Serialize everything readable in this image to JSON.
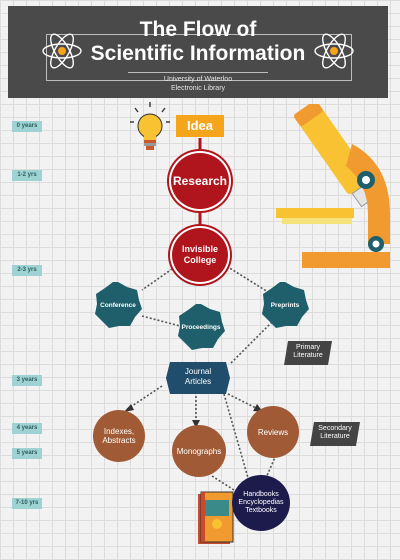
{
  "header": {
    "title_line1": "The Flow of",
    "title_line2": "Scientific Information",
    "subtitle_line1": "University of Waterloo",
    "subtitle_line2": "Electronic Library",
    "atom_icon": "atom-icon"
  },
  "timeline": [
    "0 years",
    "1-2 yrs",
    "2-3 yrs",
    "3 years",
    "4 years",
    "5 years",
    "7-10 yrs"
  ],
  "nodes": {
    "idea": "Idea",
    "research": "Research",
    "invisible_college_1": "Invisible",
    "invisible_college_2": "College",
    "conference": "Conference",
    "proceedings": "Proceedings",
    "preprints": "Preprints",
    "journal_1": "Journal",
    "journal_2": "Articles",
    "indexes_1": "Indexes,",
    "indexes_2": "Abstracts",
    "monographs": "Monographs",
    "reviews": "Reviews",
    "handbooks_1": "Handbooks",
    "handbooks_2": "Encyclopedias",
    "handbooks_3": "Textbooks"
  },
  "labels": {
    "primary_1": "Primary",
    "primary_2": "Literature",
    "secondary_1": "Secondary",
    "secondary_2": "Literature"
  },
  "colors": {
    "header_bg": "#4a4a4a",
    "red": "#b0151d",
    "teal": "#1f5e6b",
    "brown": "#a05b36",
    "navy": "#1d1a4c",
    "orange": "#f4a51b",
    "timeline_tag": "#9fd2d2"
  },
  "icons": [
    "lightbulb-icon",
    "microscope-icon",
    "book-icon",
    "atom-icon"
  ]
}
